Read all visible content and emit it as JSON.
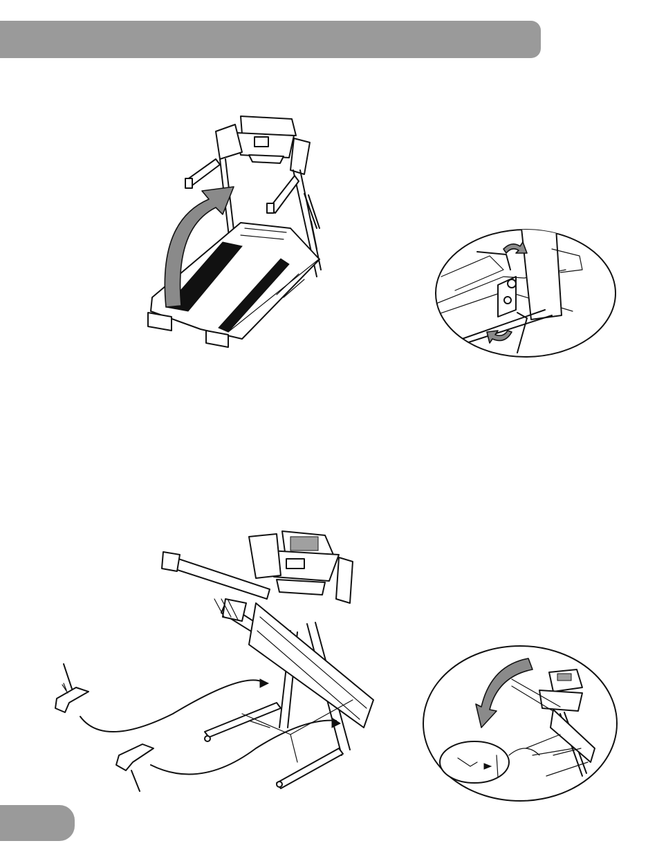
{
  "header": {
    "text": ""
  },
  "page_tab": {
    "text": ""
  },
  "figures": [
    {
      "name": "treadmill-lift-deck",
      "icon": "up-arrow"
    },
    {
      "name": "allen-wrench-detail",
      "icon": "rotate-arrows"
    },
    {
      "name": "treadmill-base-covers",
      "icon": "insert-arrows"
    },
    {
      "name": "fold-down-detail",
      "icon": "down-arrow"
    }
  ],
  "colors": {
    "bar": "#9a9a9a",
    "arrow": "#8a8a8a",
    "ink": "#111111"
  }
}
